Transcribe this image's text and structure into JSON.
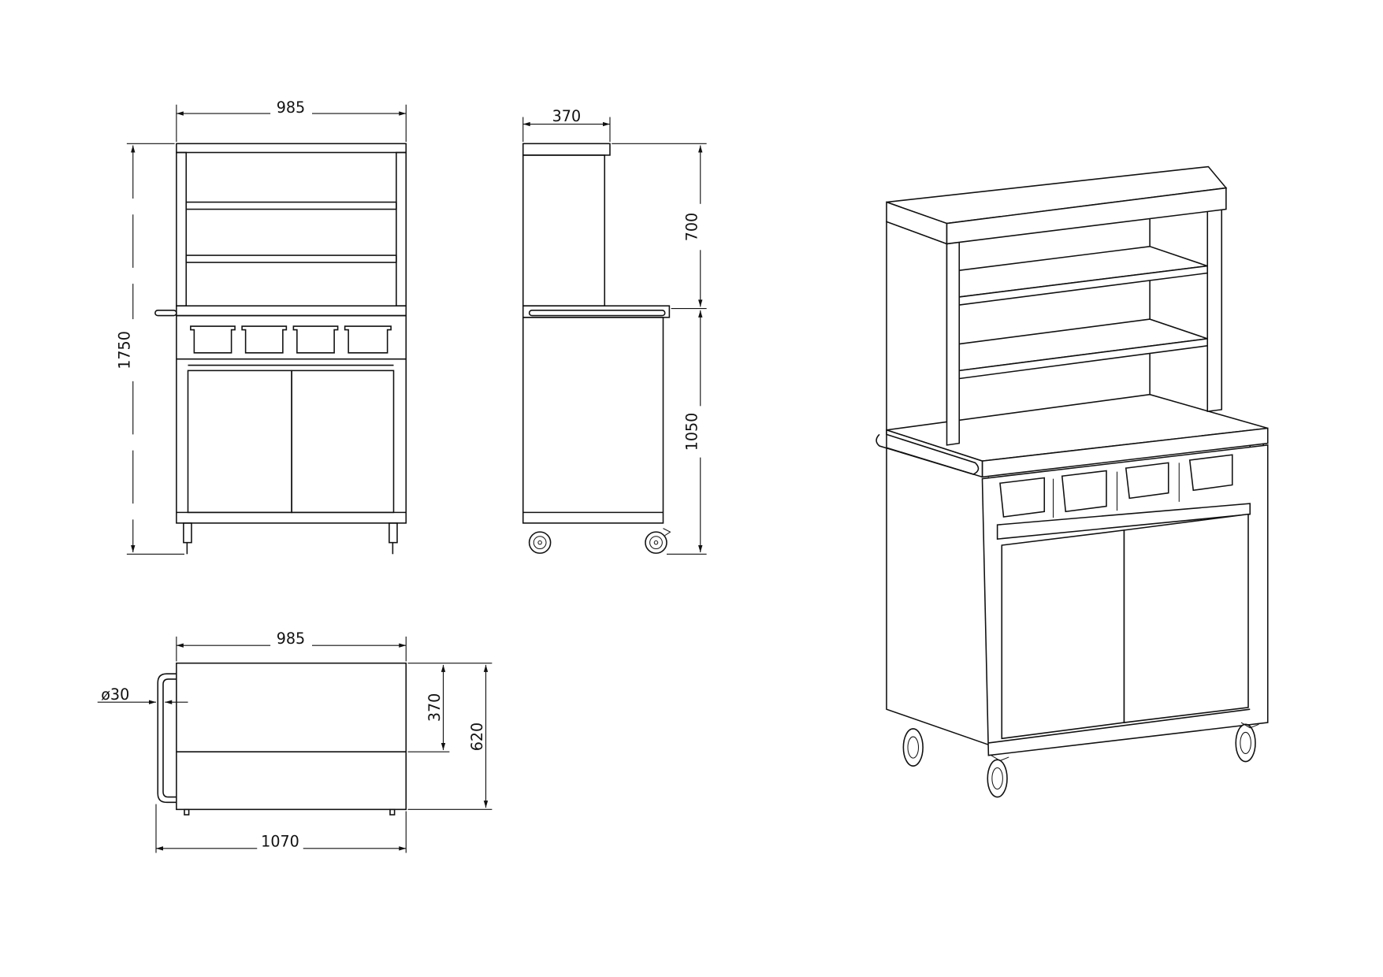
{
  "front_view": {
    "width_label": "985",
    "height_label": "1750"
  },
  "side_view": {
    "depth_label": "370",
    "upper_height_label": "700",
    "lower_height_label": "1050"
  },
  "top_view": {
    "width_label": "985",
    "depth_label": "370",
    "total_depth_label": "620",
    "overall_width_label": "1070",
    "handle_diameter_label": "ø30"
  },
  "colors": {
    "line": "#111111",
    "background": "#ffffff"
  }
}
